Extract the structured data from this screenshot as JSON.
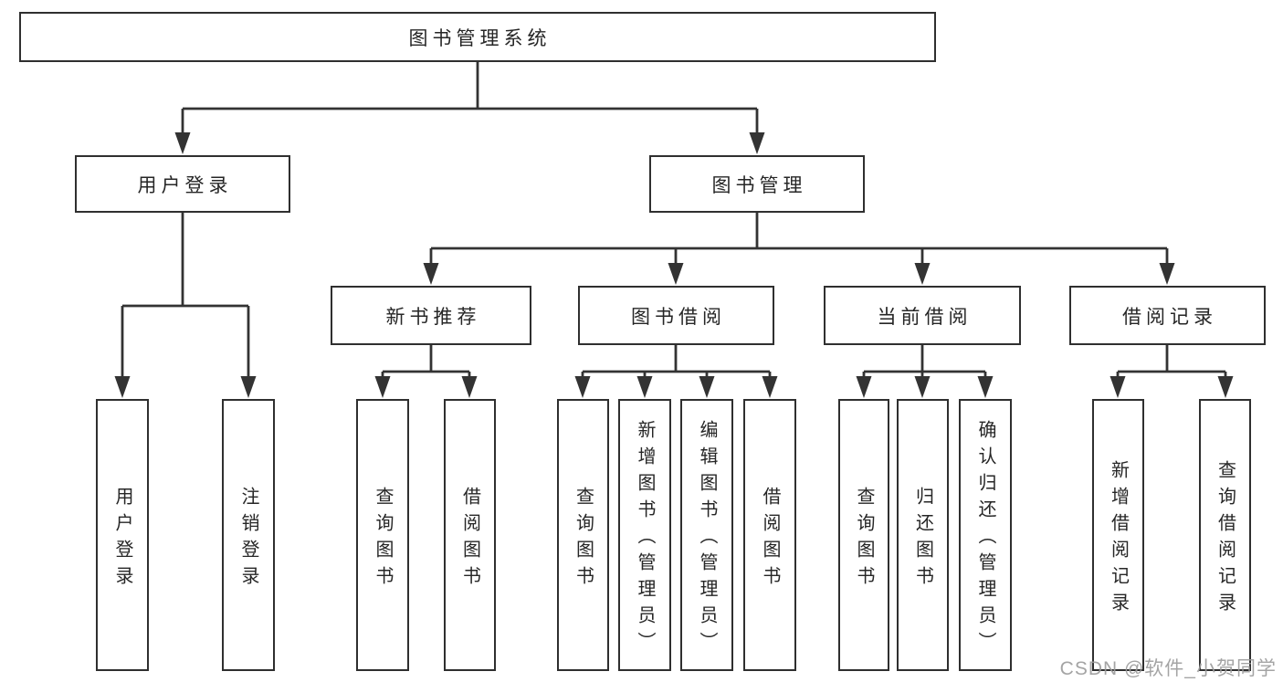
{
  "diagram": {
    "root": {
      "label": "图书管理系统"
    },
    "level2": {
      "user_login": {
        "label": "用户登录"
      },
      "book_management": {
        "label": "图书管理"
      }
    },
    "level3": {
      "new_book_recommend": {
        "label": "新书推荐"
      },
      "book_borrowing": {
        "label": "图书借阅"
      },
      "current_borrowing": {
        "label": "当前借阅"
      },
      "borrowing_records": {
        "label": "借阅记录"
      }
    },
    "leaves": {
      "user_login": {
        "label": "用户登录"
      },
      "logout": {
        "label": "注销登录"
      },
      "query_books_recommend": {
        "label": "查询图书"
      },
      "borrow_books_recommend": {
        "label": "借阅图书"
      },
      "query_books_borrowing": {
        "label": "查询图书"
      },
      "add_books_admin": {
        "label": "新增图书（管理员）"
      },
      "edit_books_admin": {
        "label": "编辑图书（管理员）"
      },
      "borrow_books_borrowing": {
        "label": "借阅图书"
      },
      "query_books_current": {
        "label": "查询图书"
      },
      "return_books": {
        "label": "归还图书"
      },
      "confirm_return_admin": {
        "label": "确认归还（管理员）"
      },
      "add_borrow_record": {
        "label": "新增借阅记录"
      },
      "query_borrow_record": {
        "label": "查询借阅记录"
      }
    }
  },
  "watermark": {
    "text": "CSDN @软件_小贺同学"
  },
  "colors": {
    "background": "#ffffff",
    "line": "#333333",
    "box_border": "#2f2f2f",
    "text": "#262626",
    "watermark": "#9b9b9b"
  }
}
